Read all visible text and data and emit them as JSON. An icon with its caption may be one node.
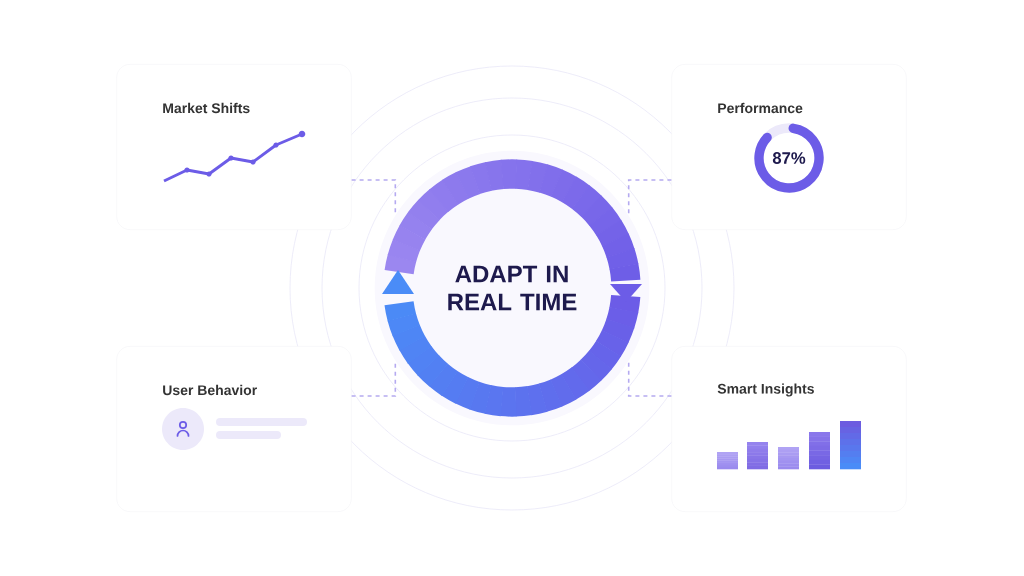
{
  "diagram": {
    "nodes": [
      {
        "text": [
          "ADAPT IN REAL TIME"
        ]
      },
      {
        "text": [
          "Market Shifts"
        ]
      },
      {
        "text": [
          "Performance",
          "87%"
        ]
      },
      {
        "text": [
          "User Behavior"
        ]
      },
      {
        "text": [
          "Smart Insights"
        ]
      }
    ],
    "edges": [
      {
        "from": 1,
        "to": 0,
        "arrow": "none",
        "style": "dashed"
      },
      {
        "from": 2,
        "to": 0,
        "arrow": "none",
        "style": "dashed"
      },
      {
        "from": 3,
        "to": 0,
        "arrow": "none",
        "style": "dashed"
      },
      {
        "from": 4,
        "to": 0,
        "arrow": "none",
        "style": "dashed"
      }
    ]
  }
}
